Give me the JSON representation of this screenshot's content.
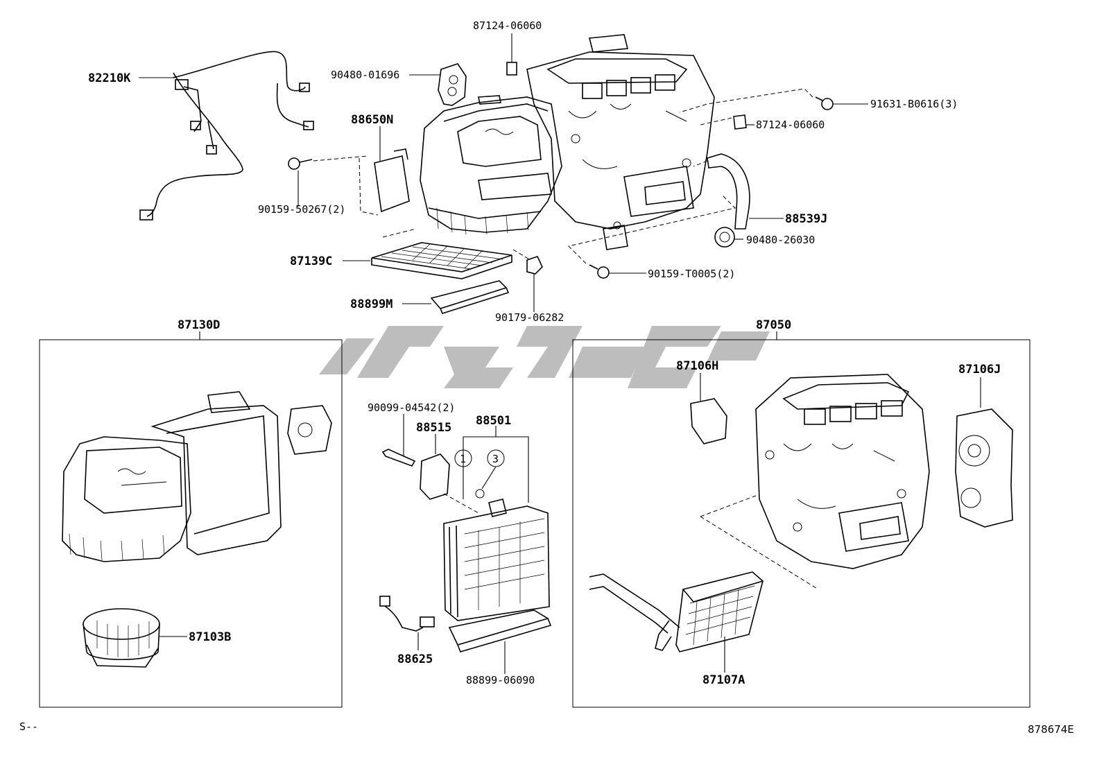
{
  "labels": {
    "p82210K": "82210K",
    "p87124_top": "87124-06060",
    "p90480_01696": "90480-01696",
    "p88650N": "88650N",
    "p90159_50267": "90159-50267(2)",
    "p87139C": "87139C",
    "p88899M": "88899M",
    "p90179_06282": "90179-06282",
    "p91631": "91631-B0616(3)",
    "p87124_right": "87124-06060",
    "p88539J": "88539J",
    "p90480_26030": "90480-26030",
    "p90159_T0005": "90159-T0005(2)",
    "p87130D": "87130D",
    "p87103B": "87103B",
    "p90099": "90099-04542(2)",
    "p88515": "88515",
    "p88501": "88501",
    "c1": "1",
    "c3": "3",
    "p88625": "88625",
    "p88899_06090": "88899-06090",
    "p87050": "87050",
    "p87106H": "87106H",
    "p87106J": "87106J",
    "p87107A": "87107A"
  },
  "corner": {
    "left": "S--",
    "right": "878674E"
  },
  "colors": {
    "line": "#000000",
    "watermark": "#bdbdbd",
    "background": "#ffffff"
  }
}
